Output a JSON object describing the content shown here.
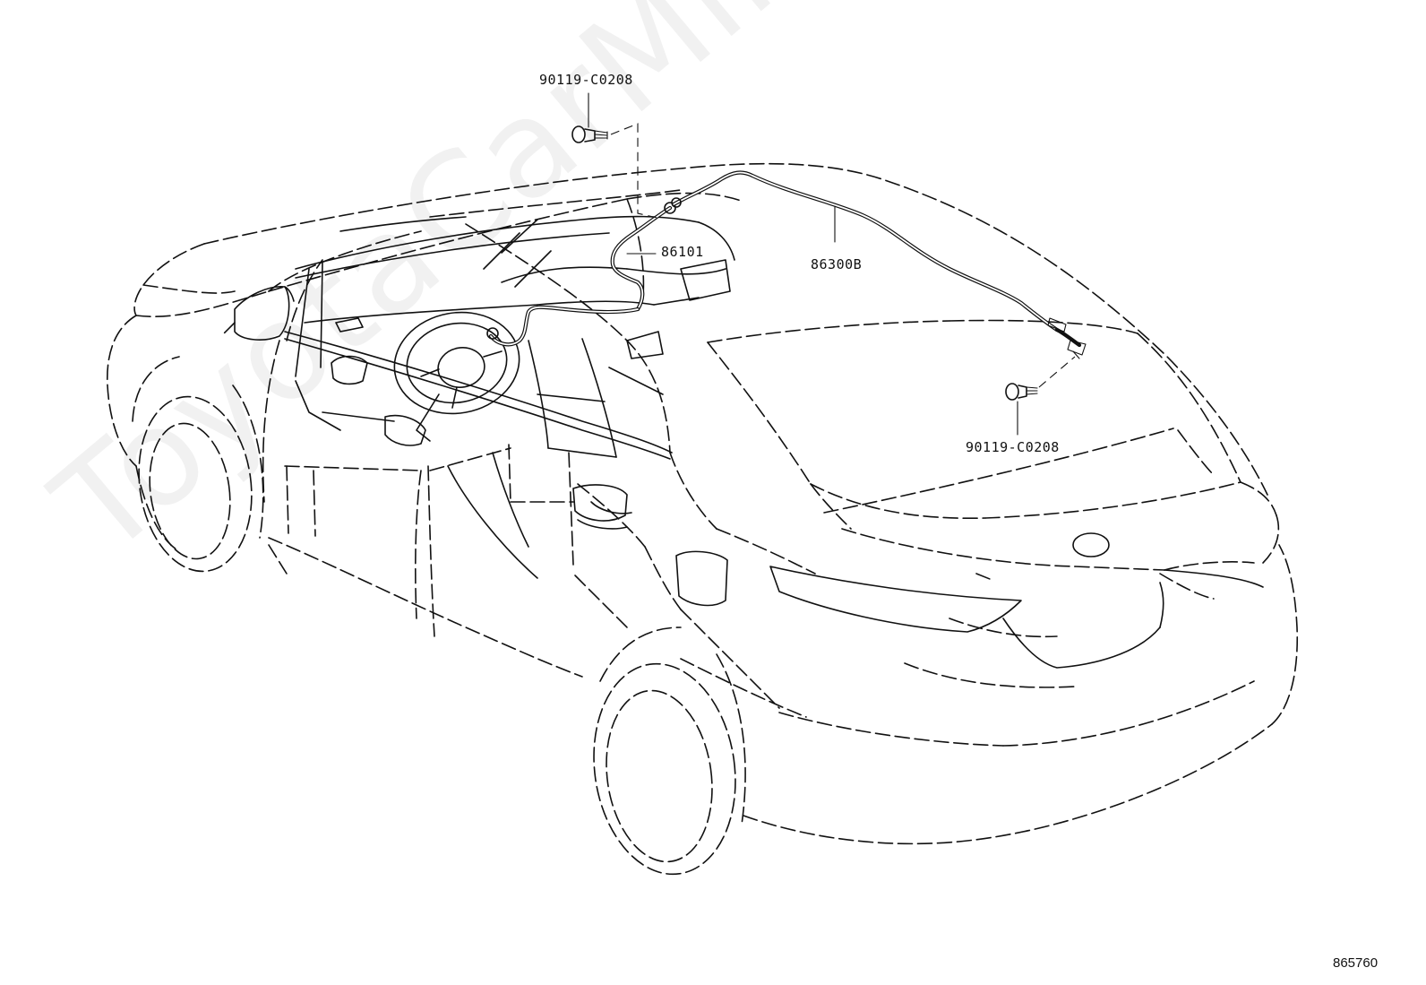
{
  "diagram": {
    "figure_number": "865760",
    "watermark_text": "ToyotaCarMine.ru",
    "callouts": [
      {
        "id": "bolt_top",
        "part_number": "90119-C0208"
      },
      {
        "id": "antenna_cord_front",
        "part_number": "86101"
      },
      {
        "id": "antenna_cord",
        "part_number": "86300B"
      },
      {
        "id": "bolt_rear",
        "part_number": "90119-C0208"
      }
    ]
  },
  "colors": {
    "line": "#111111",
    "background": "#ffffff",
    "watermark": "#e8e8e8"
  }
}
